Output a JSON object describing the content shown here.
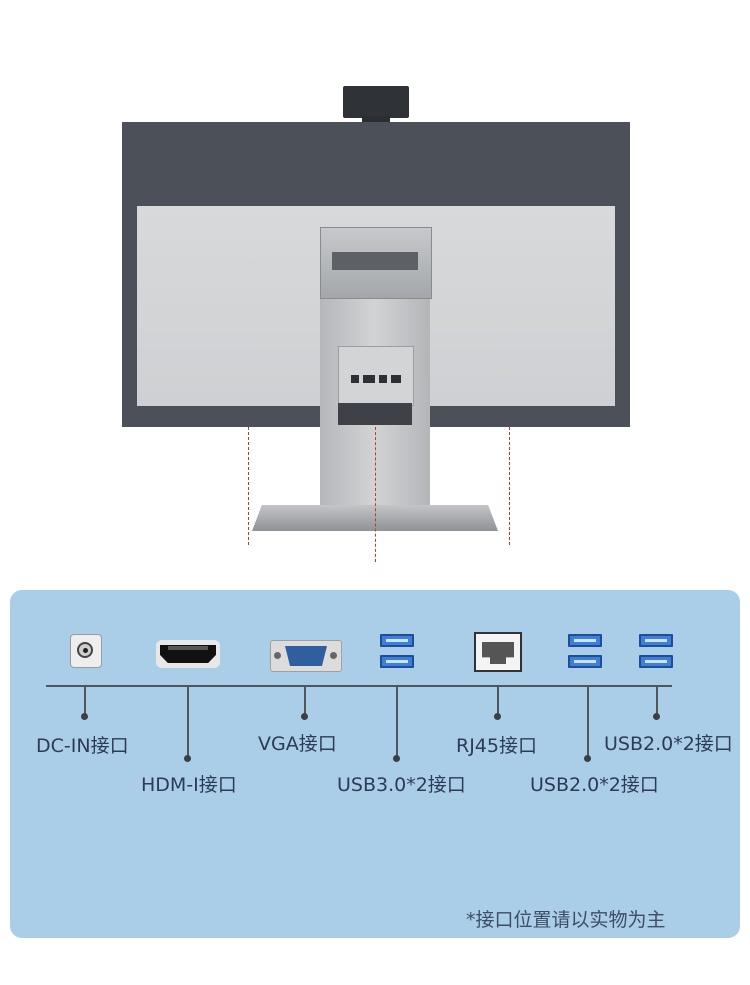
{
  "diagram": {
    "ports": [
      {
        "label": "DC-IN接口",
        "icon": "dc-power-jack-icon"
      },
      {
        "label": "HDM-I接口",
        "icon": "hdmi-port-icon"
      },
      {
        "label": "VGA接口",
        "icon": "vga-port-icon"
      },
      {
        "label": "USB3.0*2接口",
        "icon": "usb-port-pair-icon"
      },
      {
        "label": "RJ45接口",
        "icon": "rj45-port-icon"
      },
      {
        "label": "USB2.0*2接口",
        "icon": "usb-port-pair-icon"
      },
      {
        "label": "USB2.0*2接口",
        "icon": "usb-port-pair-icon"
      }
    ],
    "note": "*接口位置请以实物为主"
  },
  "colors": {
    "panel_bg": "#aacde8",
    "monitor_frame": "#4b5059",
    "dash_line": "#c0392b",
    "label_text": "#2d3b57",
    "usb_blue": "#3d7fd9"
  }
}
